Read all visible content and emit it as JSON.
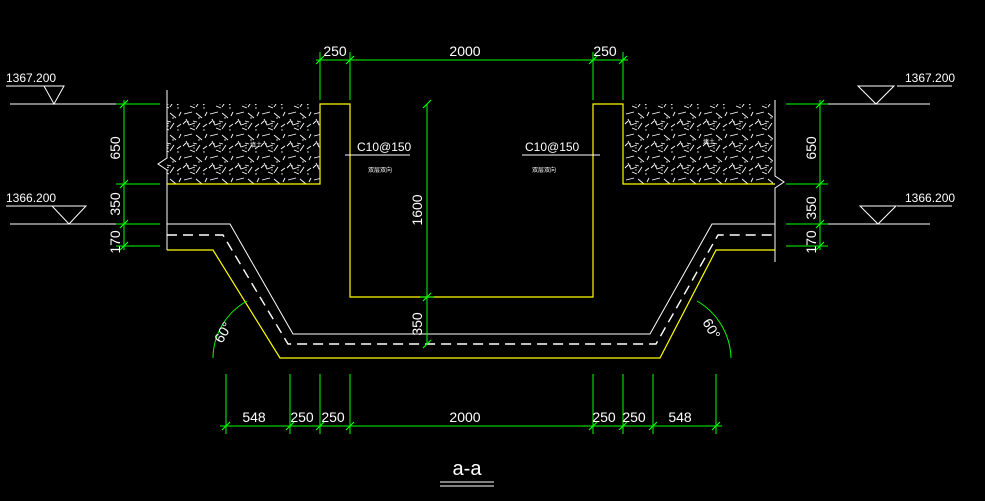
{
  "drawing": {
    "title": "a-a",
    "colors": {
      "background": "#000000",
      "dimension_line": "#00ff00",
      "concrete_outline": "#ffff00",
      "text": "#ffffff",
      "soil_hatch": "#ffffff"
    },
    "elevations": {
      "top_left": "1367.200",
      "top_right": "1367.200",
      "mid_left": "1366.200",
      "mid_right": "1366.200"
    },
    "top_dims": {
      "left": "250",
      "center": "2000",
      "right": "250"
    },
    "bottom_dims": [
      "548",
      "250",
      "250",
      "2000",
      "250",
      "250",
      "548"
    ],
    "left_vertical_dims": [
      "650",
      "350",
      "170"
    ],
    "right_vertical_dims": [
      "650",
      "350",
      "170"
    ],
    "inner_vertical_dims": {
      "depth": "1600",
      "base": "350"
    },
    "rebar_left": {
      "spec": "C10@150",
      "note": "双层双向"
    },
    "rebar_right": {
      "spec": "C10@150",
      "note": "双层双向"
    },
    "soil_labels": {
      "left": "填土",
      "right": "填土"
    },
    "angles": {
      "left": "60°",
      "right": "60°"
    }
  }
}
